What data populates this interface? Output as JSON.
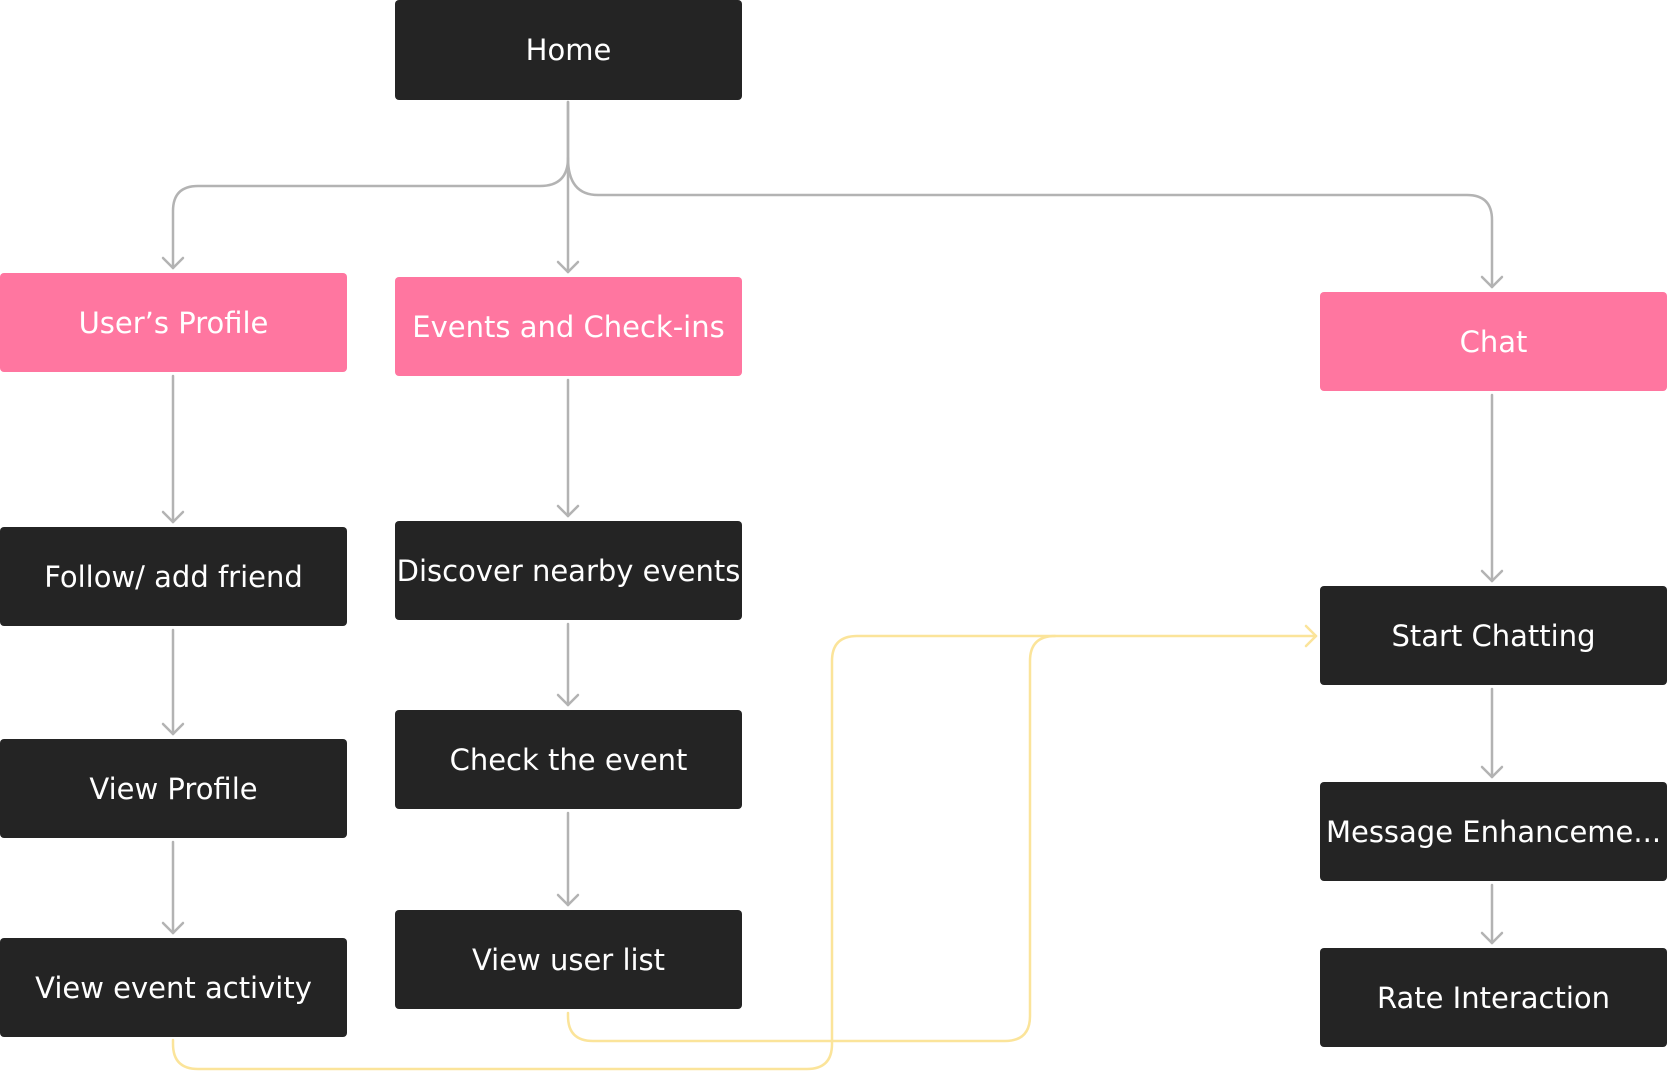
{
  "nodes": {
    "home": "Home",
    "users_profile": "User’s Profile",
    "events_checkins": "Events and Check-ins",
    "chat": "Chat",
    "follow_add_friend": "Follow/ add friend",
    "view_profile": "View Profile",
    "view_event_activity": "View event activity",
    "discover_nearby_events": "Discover nearby events",
    "check_the_event": "Check the event",
    "view_user_list": "View user list",
    "start_chatting": "Start Chatting",
    "message_enhancement": "Message Enhanceme...",
    "rate_interaction": "Rate Interaction"
  },
  "colors": {
    "dark_node": "#242424",
    "category_node": "#ff76a0",
    "connector": "#b3b3b3",
    "highlight_connector": "#fbe49a"
  }
}
